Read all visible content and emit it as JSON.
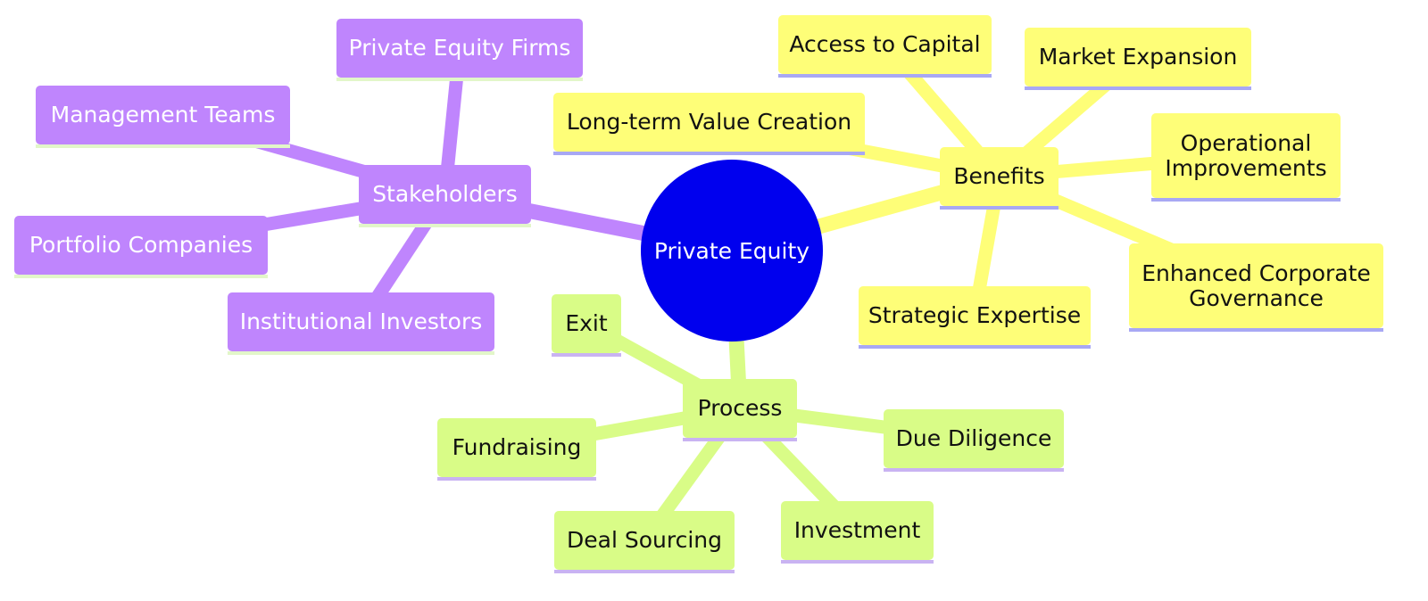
{
  "root": {
    "label": "Private Equity",
    "fill": "#0000ee",
    "text_color": "#ffffff"
  },
  "branches": [
    {
      "id": "stakeholders",
      "label": "Stakeholders",
      "fill": "#bf85fd",
      "text_color": "#ffffff",
      "underline": "#e2f6c9",
      "children": [
        {
          "id": "private-equity-firms",
          "label": "Private Equity Firms"
        },
        {
          "id": "management-teams",
          "label": "Management Teams"
        },
        {
          "id": "portfolio-companies",
          "label": "Portfolio Companies"
        },
        {
          "id": "institutional-investors",
          "label": "Institutional Investors"
        }
      ]
    },
    {
      "id": "benefits",
      "label": "Benefits",
      "fill": "#fefe78",
      "text_color": "#111111",
      "underline": "#a8a8f4",
      "children": [
        {
          "id": "access-to-capital",
          "label": "Access to Capital"
        },
        {
          "id": "market-expansion",
          "label": "Market Expansion"
        },
        {
          "id": "long-term-value-creation",
          "label": "Long-term Value Creation"
        },
        {
          "id": "operational-improvements",
          "label": "Operational\nImprovements"
        },
        {
          "id": "enhanced-corporate-governance",
          "label": "Enhanced Corporate\nGovernance"
        },
        {
          "id": "strategic-expertise",
          "label": "Strategic Expertise"
        }
      ]
    },
    {
      "id": "process",
      "label": "Process",
      "fill": "#d9fc87",
      "text_color": "#111111",
      "underline": "#c9b3f2",
      "children": [
        {
          "id": "exit",
          "label": "Exit"
        },
        {
          "id": "fundraising",
          "label": "Fundraising"
        },
        {
          "id": "due-diligence",
          "label": "Due Diligence"
        },
        {
          "id": "deal-sourcing",
          "label": "Deal Sourcing"
        },
        {
          "id": "investment",
          "label": "Investment"
        }
      ]
    }
  ]
}
